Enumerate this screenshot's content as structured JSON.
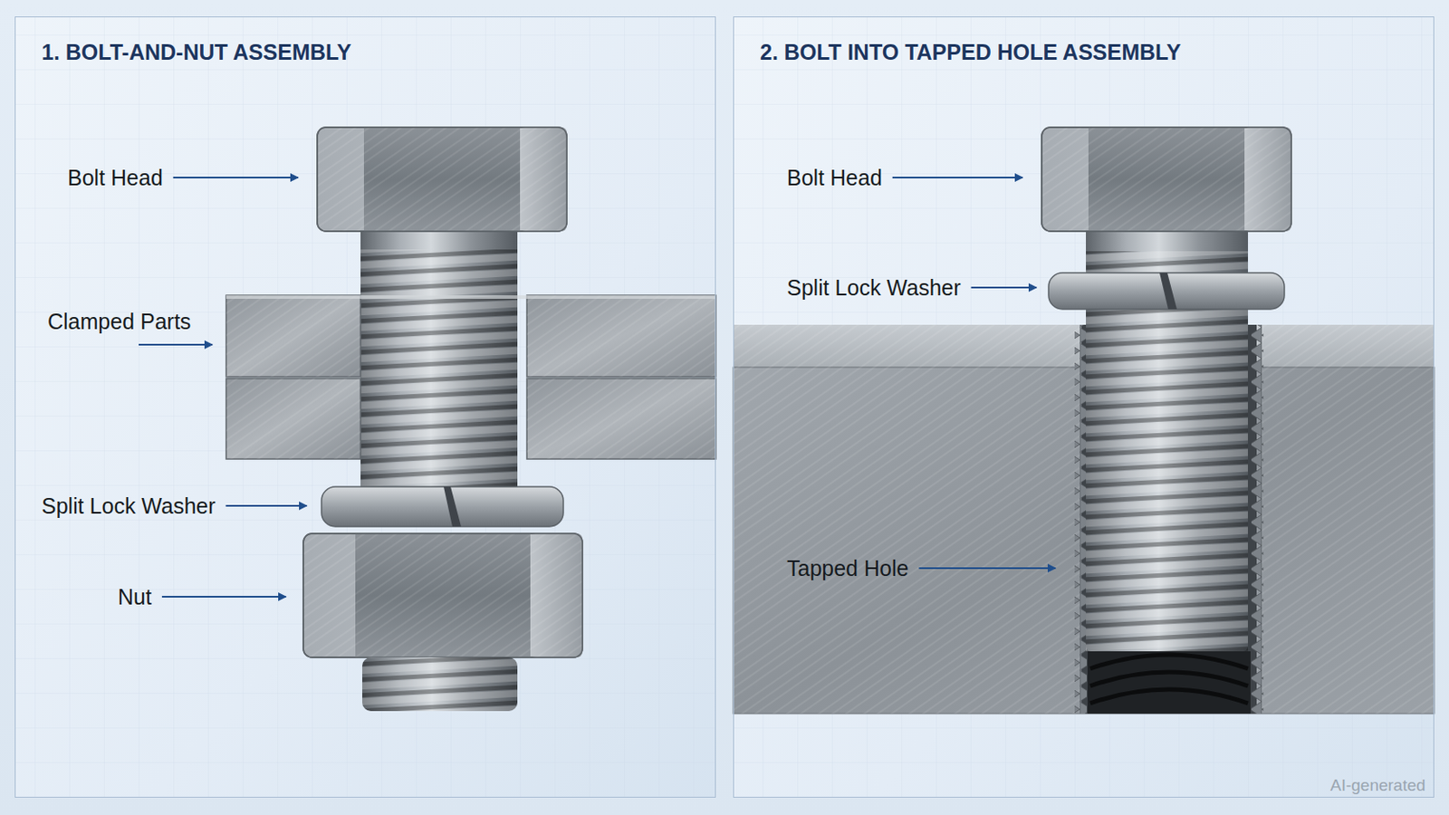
{
  "diagram": {
    "nodes": [
      {
        "text": [
          "1. BOLT-AND-NUT ASSEMBLY"
        ]
      },
      {
        "text": [
          "2. BOLT INTO TAPPED HOLE ASSEMBLY"
        ]
      }
    ],
    "labels": [
      "Bolt Head",
      "Clamped Parts",
      "Split Lock Washer",
      "Nut",
      "Bolt Head",
      "Split Lock Washer",
      "Tapped Hole",
      "AI-generated"
    ]
  }
}
